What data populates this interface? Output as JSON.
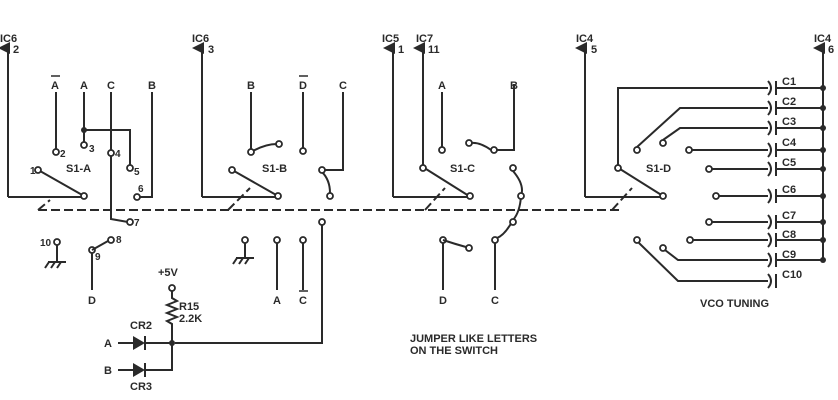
{
  "title": "S1 switch wiring with VCO tuning capacitors",
  "ic_pins": [
    {
      "ic": "IC6",
      "pin": "2"
    },
    {
      "ic": "IC6",
      "pin": "3"
    },
    {
      "ic": "IC5",
      "pin": "1"
    },
    {
      "ic": "IC7",
      "pin": "11"
    },
    {
      "ic": "IC4",
      "pin": "5"
    },
    {
      "ic": "IC4",
      "pin": "6"
    }
  ],
  "switch_sections": [
    "S1-A",
    "S1-B",
    "S1-C",
    "S1-D"
  ],
  "s1a": {
    "contacts": [
      "1",
      "2",
      "3",
      "4",
      "5",
      "6",
      "7",
      "8",
      "9",
      "10"
    ],
    "letters": [
      "A",
      "A",
      "C",
      "B"
    ]
  },
  "s1b": {
    "letters": [
      "B",
      "D",
      "C"
    ]
  },
  "s1c": {
    "letters": [
      "A",
      "B"
    ]
  },
  "bottom_letters": [
    "D",
    "A",
    "C",
    "D",
    "C"
  ],
  "power": {
    "supply": "+5V",
    "resistor": "R15",
    "resistor_value": "2.2K"
  },
  "diodes": [
    {
      "name": "CR2",
      "input": "A"
    },
    {
      "name": "CR3",
      "input": "B"
    }
  ],
  "capacitors": [
    "C1",
    "C2",
    "C3",
    "C4",
    "C5",
    "C6",
    "C7",
    "C8",
    "C9",
    "C10"
  ],
  "captions": {
    "vco": "VCO TUNING",
    "jumper_line1": "JUMPER LIKE LETTERS",
    "jumper_line2": "ON THE SWITCH"
  }
}
